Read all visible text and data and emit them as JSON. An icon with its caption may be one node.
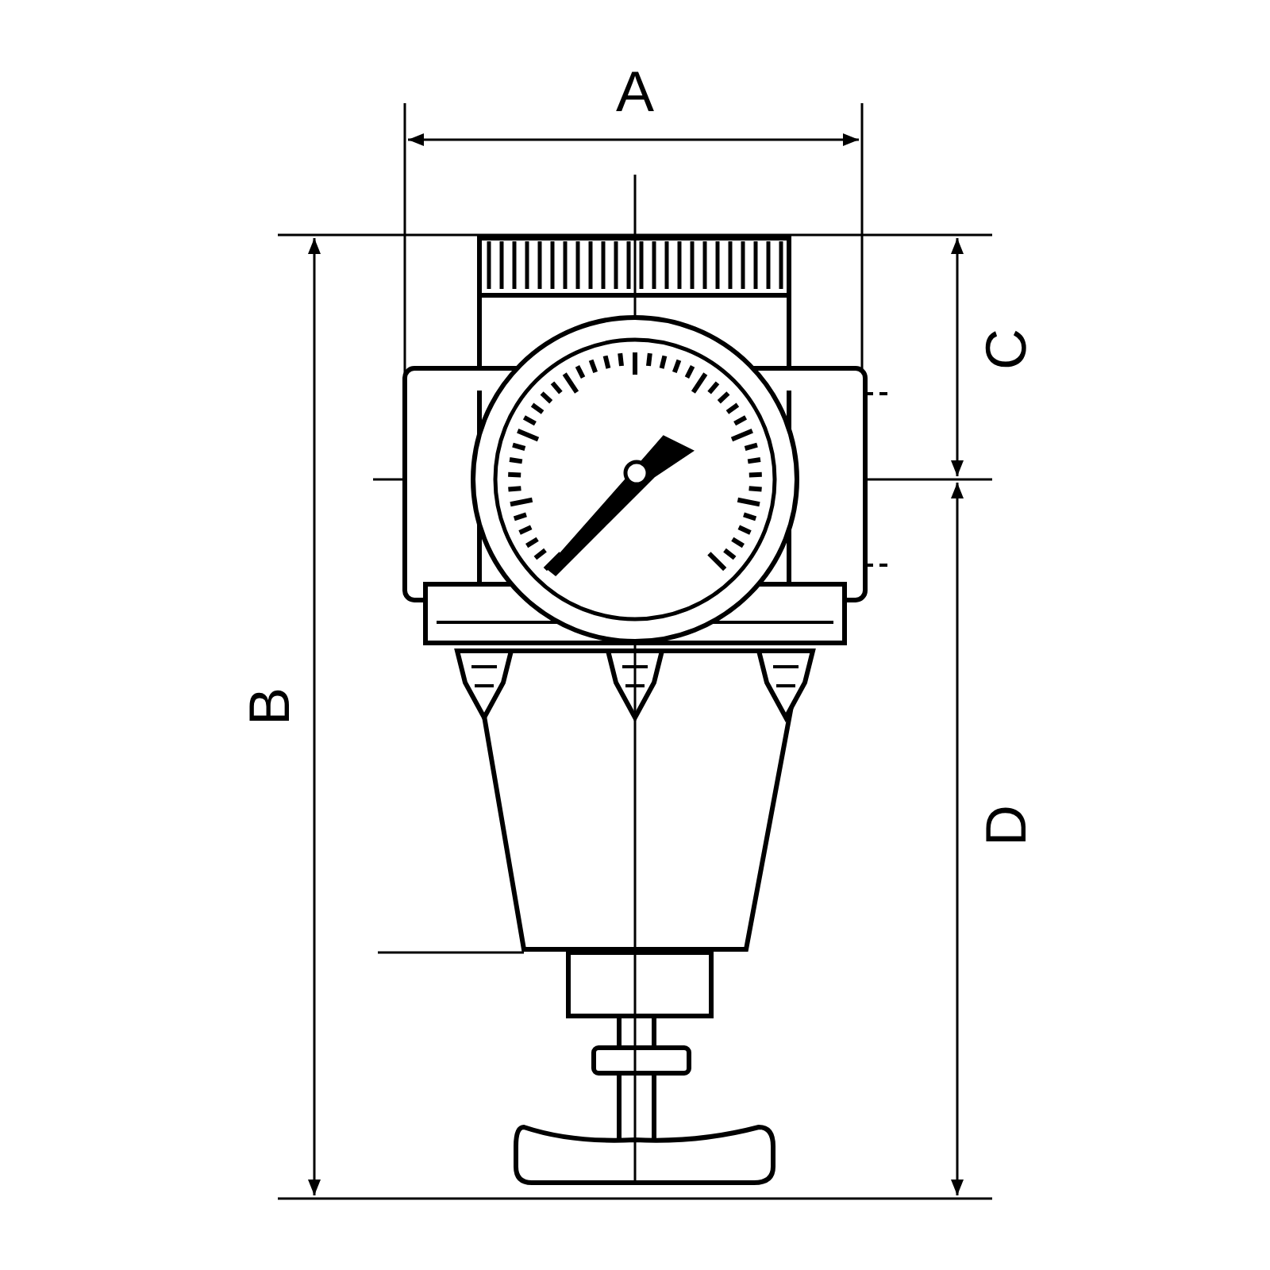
{
  "diagram": {
    "labels": [
      "A",
      "C",
      "B",
      "D"
    ]
  }
}
